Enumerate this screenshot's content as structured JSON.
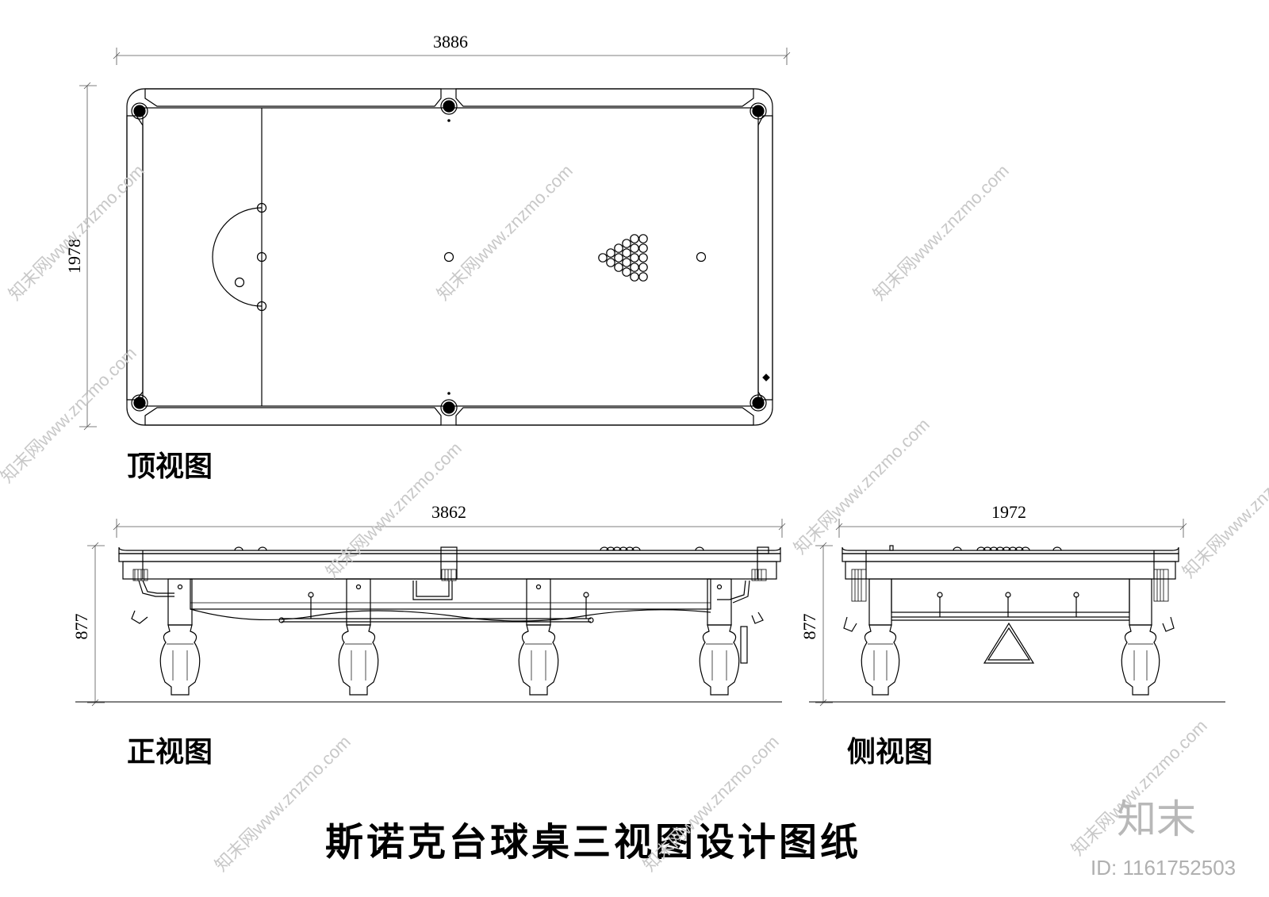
{
  "top_view": {
    "label": "顶视图",
    "width_dim": "3886",
    "height_dim": "1978"
  },
  "front_view": {
    "label": "正视图",
    "width_dim": "3862",
    "height_dim": "877"
  },
  "side_view": {
    "label": "侧视图",
    "width_dim": "1972",
    "height_dim": "877"
  },
  "title": "斯诺克台球桌三视图设计图纸",
  "watermark": {
    "site": "知末网www.znzmo.com",
    "brand": "知末",
    "id": "ID: 1161752503"
  }
}
